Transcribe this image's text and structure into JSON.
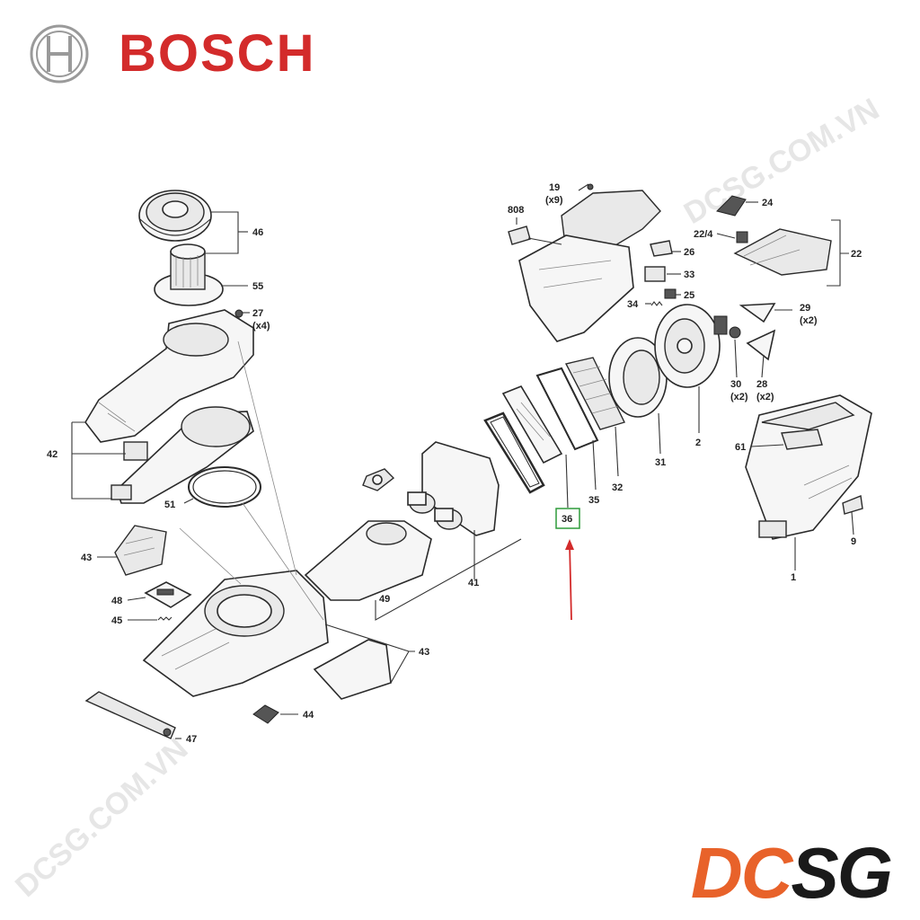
{
  "brand": {
    "name": "BOSCH",
    "color": "#d32b2b",
    "emblem": "bosch-armature-icon"
  },
  "watermark": {
    "text": "DCSG.COM.VN"
  },
  "logo": {
    "part1": "DC",
    "part2": "SG",
    "color1": "#e8622a",
    "color2": "#1a1a1a"
  },
  "highlight": {
    "label": "36",
    "box_color": "#2e9c3a",
    "arrow_color": "#d32b2b"
  },
  "callouts": {
    "c46": "46",
    "c55": "55",
    "c27": "27",
    "c27q": "(x4)",
    "c42": "42",
    "c51": "51",
    "c43a": "43",
    "c48": "48",
    "c45": "45",
    "c47": "47",
    "c44": "44",
    "c43b": "43",
    "c49": "49",
    "c41": "41",
    "c35": "35",
    "c32": "32",
    "c31": "31",
    "c2": "2",
    "c19": "19",
    "c19q": "(x9)",
    "c808": "808",
    "c26": "26",
    "c33": "33",
    "c34": "34",
    "c25": "25",
    "c24": "24",
    "c224": "22/4",
    "c22": "22",
    "c29": "29",
    "c29q": "(x2)",
    "c30": "30",
    "c30q": "(x2)",
    "c28": "28",
    "c28q": "(x2)",
    "c61": "61",
    "c9": "9",
    "c1": "1"
  }
}
